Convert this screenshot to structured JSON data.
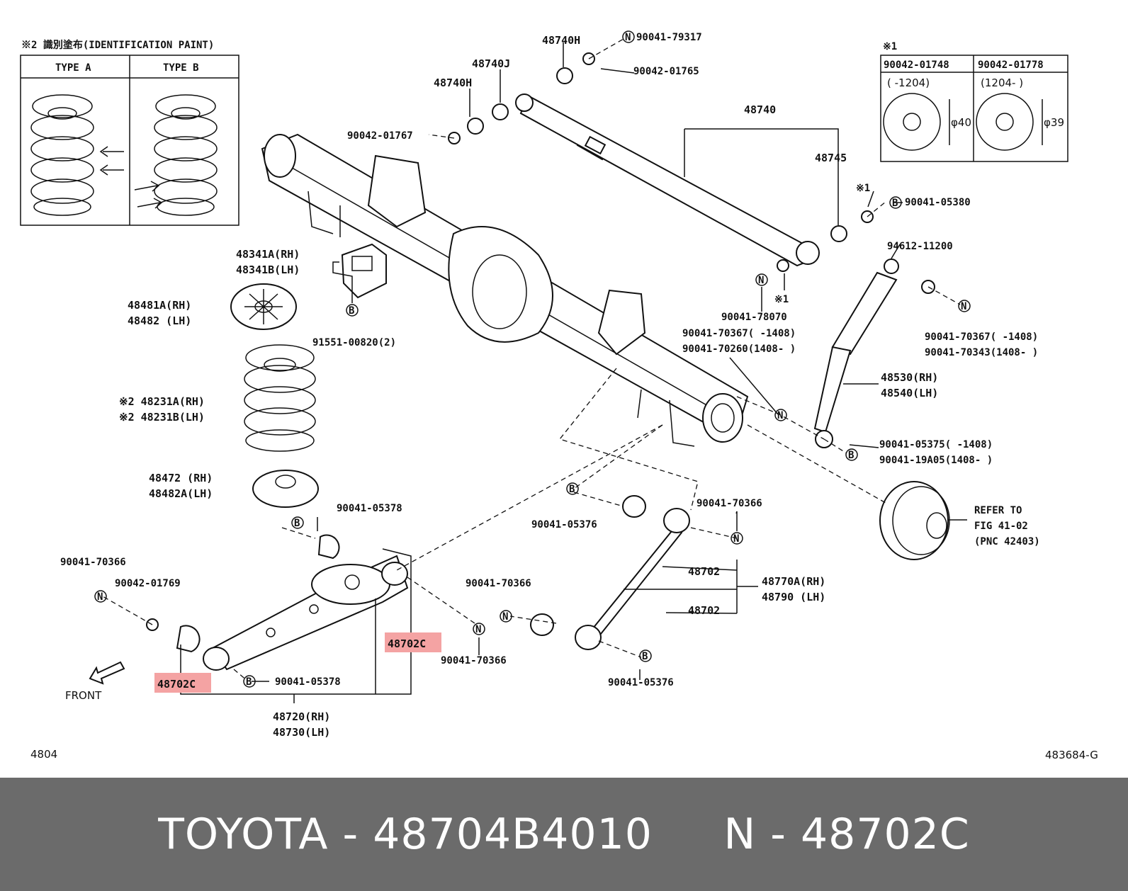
{
  "colors": {
    "highlight": "#f4a3a3",
    "footer_bg": "#6b6b6b",
    "footer_text": "#ffffff"
  },
  "legend": {
    "title": "※2 識別塗布(IDENTIFICATION PAINT)",
    "col_a": "TYPE A",
    "col_b": "TYPE B"
  },
  "washer_table": {
    "mark": "※1",
    "col1_part": "90042-01748",
    "col1_range": "(   -1204)",
    "col1_dim": "φ40",
    "col2_part": "90042-01778",
    "col2_range": "(1204-   )",
    "col2_dim": "φ39"
  },
  "labels": {
    "l48740H_top": "48740H",
    "l48740J": "48740J",
    "l48740H": "48740H",
    "l90041_79317": "90041-79317",
    "l90042_01765": "90042-01765",
    "l90042_01767": "90042-01767",
    "l48740": "48740",
    "l48745": "48745",
    "lmark1a": "※1",
    "l90041_05380": "90041-05380",
    "l48341a": "48341A(RH)",
    "l48341b": "48341B(LH)",
    "l48481a": "48481A(RH)",
    "l48482": "48482  (LH)",
    "l91551": "91551-00820(2)",
    "lmark1b": "※1",
    "l90041_78070": "90041-78070",
    "l94612": "94612-11200",
    "l90041_70367a": "90041-70367(      -1408)",
    "l90041_70260": "90041-70260(1408-      )",
    "l90041_70367b": "90041-70367(      -1408)",
    "l90041_70343": "90041-70343(1408-      )",
    "l48231a": "※2 48231A(RH)",
    "l48231b": "※2 48231B(LH)",
    "l48530": "48530(RH)",
    "l48540": "48540(LH)",
    "l90041_05375": "90041-05375(      -1408)",
    "l90041_19a05": "90041-19A05(1408-      )",
    "l48472": "48472  (RH)",
    "l48482a": "48482A(LH)",
    "l90041_05378a": "90041-05378",
    "l90041_05376a": "90041-05376",
    "l90041_70366a": "90041-70366",
    "l_refer1": "REFER TO",
    "l_refer2": "FIG 41-02",
    "l_refer3": "(PNC 42403)",
    "l90041_70366b": "90041-70366",
    "l90042_01769": "90042-01769",
    "l90041_70366c": "90041-70366",
    "l48702a": "48702",
    "l48702b": "48702",
    "l48770a": "48770A(RH)",
    "l48790": "48790  (LH)",
    "l48702c_r": "48702C",
    "l90041_70366d": "90041-70366",
    "l48702c_l": "48702C",
    "l90041_05378b": "90041-05378",
    "l90041_05376b": "90041-05376",
    "l48720": "48720(RH)",
    "l48730": "48730(LH)",
    "l_front": "FRONT",
    "l4804": "4804",
    "l483684": "483684-G"
  },
  "footer": {
    "text": "TOYOTA - 48704B4010     N - 48702C"
  }
}
